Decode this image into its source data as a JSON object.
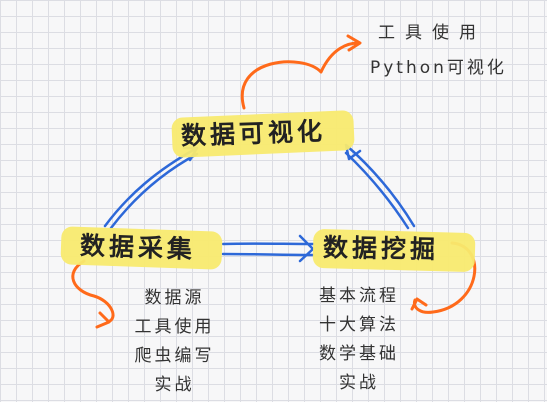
{
  "diagram": {
    "colors": {
      "blue_arrow": "#2d68d8",
      "orange_arrow": "#ff6a1a",
      "highlight": "#f8ea6f",
      "text": "#222222",
      "grid": "#dcdde3"
    },
    "nodes": {
      "visualization": "数据可视化",
      "collection": "数据采集",
      "mining": "数据挖掘"
    },
    "notes": {
      "visualization_tools": [
        "工具使用",
        "Python可视化"
      ],
      "collection": [
        "数据源",
        "工具使用",
        "爬虫编写",
        "实战"
      ],
      "mining": [
        "基本流程",
        "十大算法",
        "数学基础",
        "实战"
      ]
    }
  }
}
